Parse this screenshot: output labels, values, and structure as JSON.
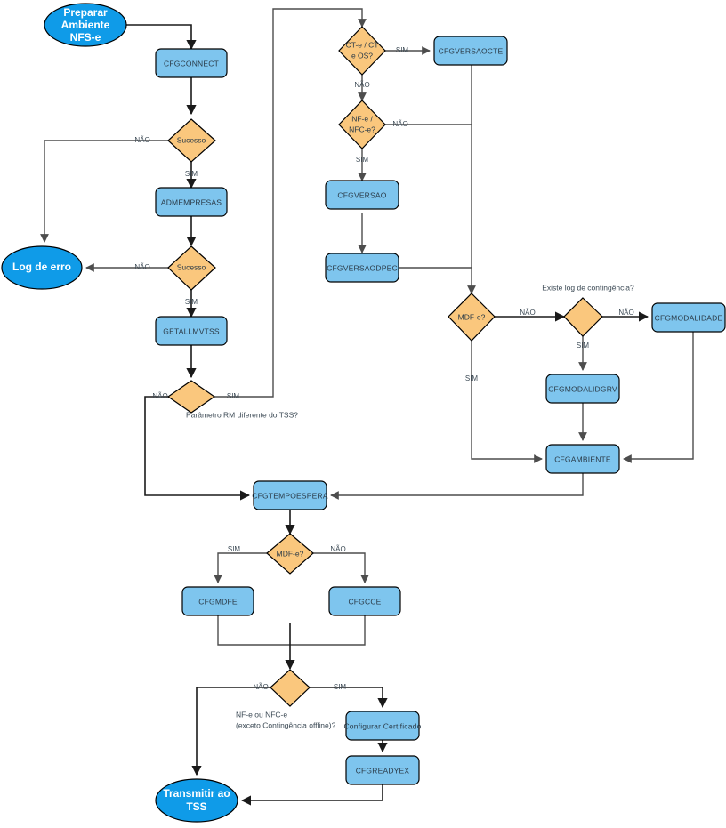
{
  "diagram": {
    "title": "Preparar Ambiente NFS-e",
    "colors": {
      "process_fill": "#7EC5EE",
      "decision_fill": "#FAC77D",
      "terminator_fill": "#0F9BE8",
      "edge": "#4D4D4D",
      "edge_dark": "#1A1A1A",
      "text": "#2A3A47",
      "terminator_text": "#FFFFFF",
      "background": "#FFFFFF"
    },
    "terminators": {
      "start": "Preparar\nAmbiente\nNFS-e",
      "start_line1": "Preparar",
      "start_line2": "Ambiente",
      "start_line3": "NFS-e",
      "error": "Log de erro",
      "end_line1": "Transmitir ao",
      "end_line2": "TSS"
    },
    "processes": {
      "cfgconnect": "CFGCONNECT",
      "admempresas": "ADMEMPRESAS",
      "getallmvtss": "GETALLMVTSS",
      "cfgversaocte": "CFGVERSAOCTE",
      "cfgversao": "CFGVERSAO",
      "cfgversaodpec": "CFGVERSAODPEC",
      "cfgmodalidade": "CFGMODALIDADE",
      "cfgmodalidgrv": "CFGMODALIDGRV",
      "cfgambiente": "CFGAMBIENTE",
      "cfgtempoespera": "CFGTEMPOESPERA",
      "cfgmdfe": "CFGMDFE",
      "cfgcce": "CFGCCE",
      "configurar_certificado": "Configurar Certificado",
      "cfgreadyex": "CFGREADYEX"
    },
    "decisions": {
      "sucesso1": "Sucesso",
      "sucesso2": "Sucesso",
      "param_rm": "",
      "cte_line1": "CT-e / CT",
      "cte_line2": "e OS?",
      "nfe_line1": "NF-e /",
      "nfe_line2": "NFC-e?",
      "mdfe_top": "MDF-e?",
      "contingencia": "",
      "mdfe_bottom": "MDF-e?",
      "nfe_nfce_bottom": ""
    },
    "notes": {
      "param_rm": "Parâmetro RM diferente do TSS?",
      "contingencia": "Existe log de contingência?",
      "nfe_offline_line1": "NF-e ou NFC-e",
      "nfe_offline_line2": "(exceto Contingência offline)?"
    },
    "edge_labels": {
      "nao": "NÃO",
      "sim": "SIM",
      "sucesso1_nao": "NÃO",
      "sucesso1_sim": "SIM",
      "sucesso2_nao": "NÃO",
      "sucesso2_sim": "SIM",
      "param_nao": "NÃO",
      "param_sim": "SIM",
      "cte_sim": "SIM",
      "cte_nao": "NÃO",
      "nfe_nao": "NÃO",
      "nfe_sim": "SIM",
      "mdfe_top_nao": "NÃO",
      "mdfe_top_sim": "SIM",
      "cont_nao": "NÃO",
      "cont_sim": "SIM",
      "mdfe_bot_sim": "SIM",
      "mdfe_bot_nao": "NÃO",
      "final_nao": "NÃO",
      "final_sim": "SIM"
    }
  }
}
